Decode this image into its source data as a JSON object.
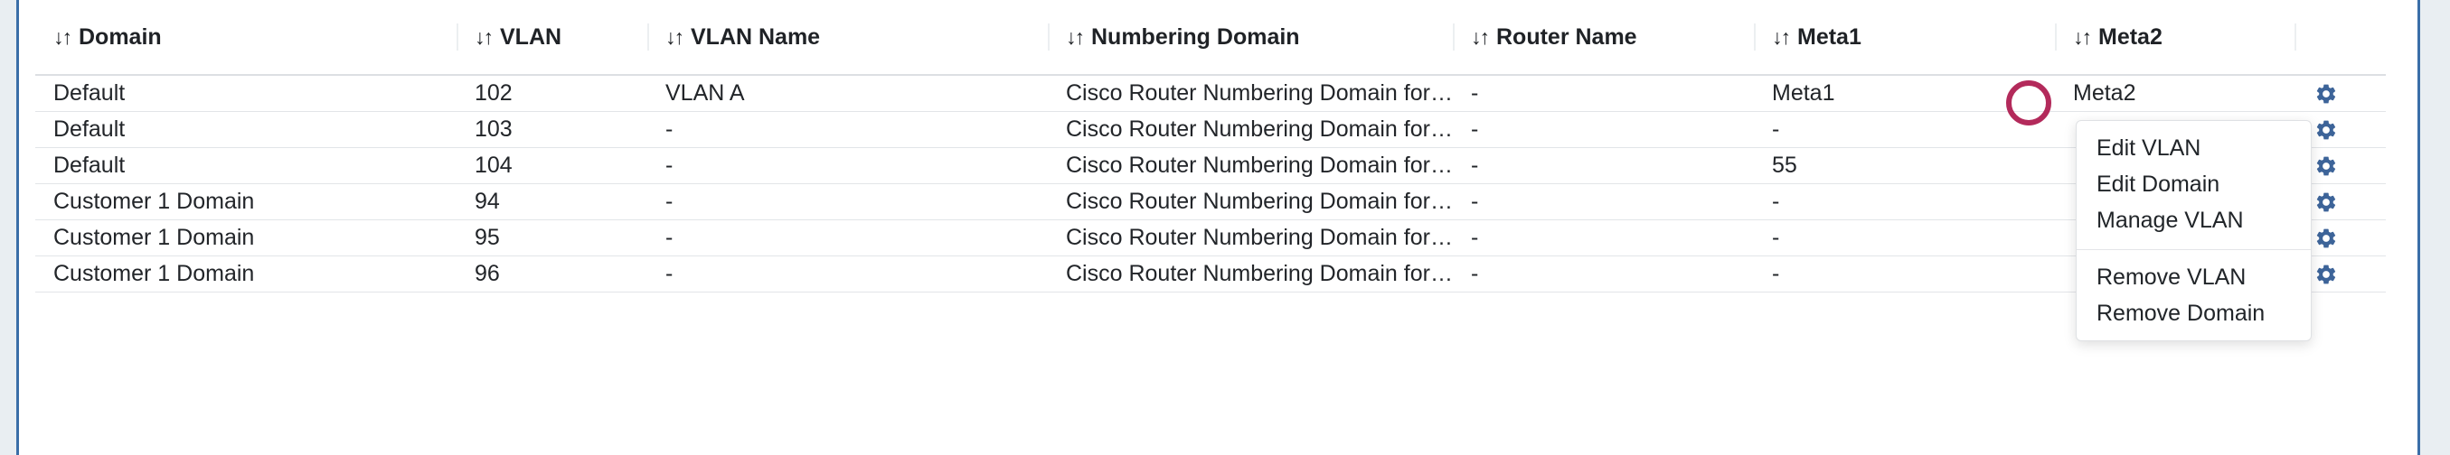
{
  "table": {
    "sort_icon": "↓↑",
    "columns": [
      {
        "key": "domain",
        "label": "Domain"
      },
      {
        "key": "vlan",
        "label": "VLAN"
      },
      {
        "key": "vlan_name",
        "label": "VLAN Name"
      },
      {
        "key": "numbering_domain",
        "label": "Numbering Domain"
      },
      {
        "key": "router_name",
        "label": "Router Name"
      },
      {
        "key": "meta1",
        "label": "Meta1"
      },
      {
        "key": "meta2",
        "label": "Meta2"
      },
      {
        "key": "actions",
        "label": ""
      }
    ],
    "rows": [
      {
        "domain": "Default",
        "vlan": "102",
        "vlan_name": "VLAN A",
        "numbering_domain": "Cisco Router Numbering Domain for …",
        "router_name": "-",
        "meta1": "Meta1",
        "meta2": "Meta2",
        "action_icon": "gear-icon"
      },
      {
        "domain": "Default",
        "vlan": "103",
        "vlan_name": "-",
        "numbering_domain": "Cisco Router Numbering Domain for …",
        "router_name": "-",
        "meta1": "-",
        "meta2": "",
        "action_icon": "gear-icon"
      },
      {
        "domain": "Default",
        "vlan": "104",
        "vlan_name": "-",
        "numbering_domain": "Cisco Router Numbering Domain for …",
        "router_name": "-",
        "meta1": "55",
        "meta2": "",
        "action_icon": "gear-icon"
      },
      {
        "domain": "Customer 1 Domain",
        "vlan": "94",
        "vlan_name": "-",
        "numbering_domain": "Cisco Router Numbering Domain for …",
        "router_name": "-",
        "meta1": "-",
        "meta2": "",
        "action_icon": "gear-icon"
      },
      {
        "domain": "Customer 1 Domain",
        "vlan": "95",
        "vlan_name": "-",
        "numbering_domain": "Cisco Router Numbering Domain for …",
        "router_name": "-",
        "meta1": "-",
        "meta2": "",
        "action_icon": "gear-icon"
      },
      {
        "domain": "Customer 1 Domain",
        "vlan": "96",
        "vlan_name": "-",
        "numbering_domain": "Cisco Router Numbering Domain for …",
        "router_name": "-",
        "meta1": "-",
        "meta2": "",
        "action_icon": "gear-icon"
      }
    ]
  },
  "actions_menu": {
    "visible": true,
    "items": [
      {
        "label": "Edit VLAN",
        "name": "menu-item-edit-vlan"
      },
      {
        "label": "Edit Domain",
        "name": "menu-item-edit-domain"
      },
      {
        "label": "Manage VLAN",
        "name": "menu-item-manage-vlan"
      },
      {
        "label": "Remove VLAN",
        "name": "menu-item-remove-vlan"
      },
      {
        "label": "Remove Domain",
        "name": "menu-item-remove-domain"
      }
    ]
  },
  "annotation": {
    "type": "circle-highlight",
    "color": "#b32a5b"
  },
  "colors": {
    "page_background": "#e9eef2",
    "panel_background": "#ffffff",
    "panel_rail": "#3a6ea8",
    "gear_icon": "#3d6499",
    "row_divider": "#e2e5e8",
    "header_divider": "#dcdfe3",
    "annotation": "#b32a5b"
  }
}
